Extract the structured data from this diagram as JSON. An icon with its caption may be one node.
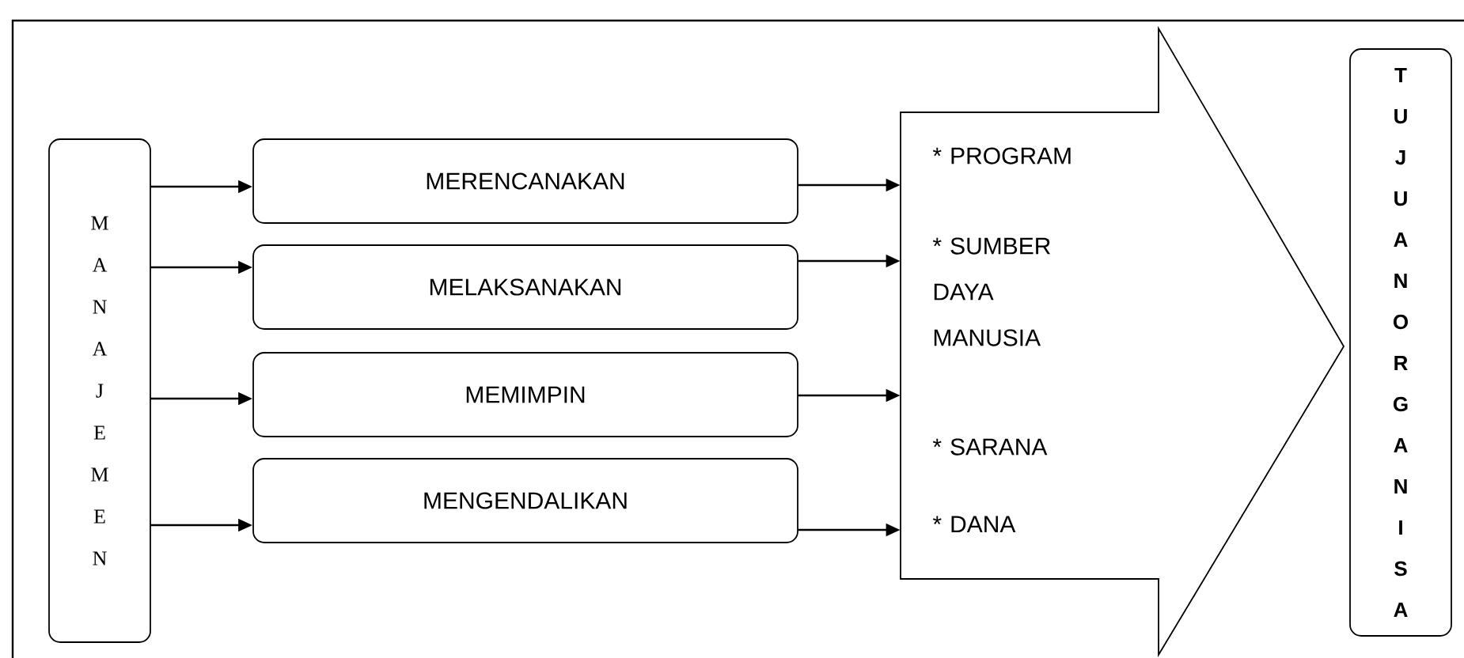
{
  "diagram": {
    "nodes": [
      {
        "text": [
          "M A N A J E M E N"
        ]
      },
      {
        "text": [
          "MERENCANAKAN"
        ]
      },
      {
        "text": [
          "MELAKSANAKAN"
        ]
      },
      {
        "text": [
          "MEMIMPIN"
        ]
      },
      {
        "text": [
          "MENGENDALIKAN"
        ]
      },
      {
        "text": [
          "* PROGRAM",
          "* SUMBER DAYA MANUSIA",
          "* SARANA",
          "* DANA"
        ]
      },
      {
        "text": [
          "T U J U A N O R G A N I S A"
        ]
      }
    ],
    "edges": [
      {
        "from": 0,
        "to": 1,
        "arrow": "to"
      },
      {
        "from": 0,
        "to": 2,
        "arrow": "to"
      },
      {
        "from": 0,
        "to": 3,
        "arrow": "to"
      },
      {
        "from": 0,
        "to": 4,
        "arrow": "to"
      },
      {
        "from": 1,
        "to": 5,
        "arrow": "to"
      },
      {
        "from": 2,
        "to": 5,
        "arrow": "to"
      },
      {
        "from": 3,
        "to": 5,
        "arrow": "to"
      },
      {
        "from": 4,
        "to": 5,
        "arrow": "to"
      }
    ]
  }
}
